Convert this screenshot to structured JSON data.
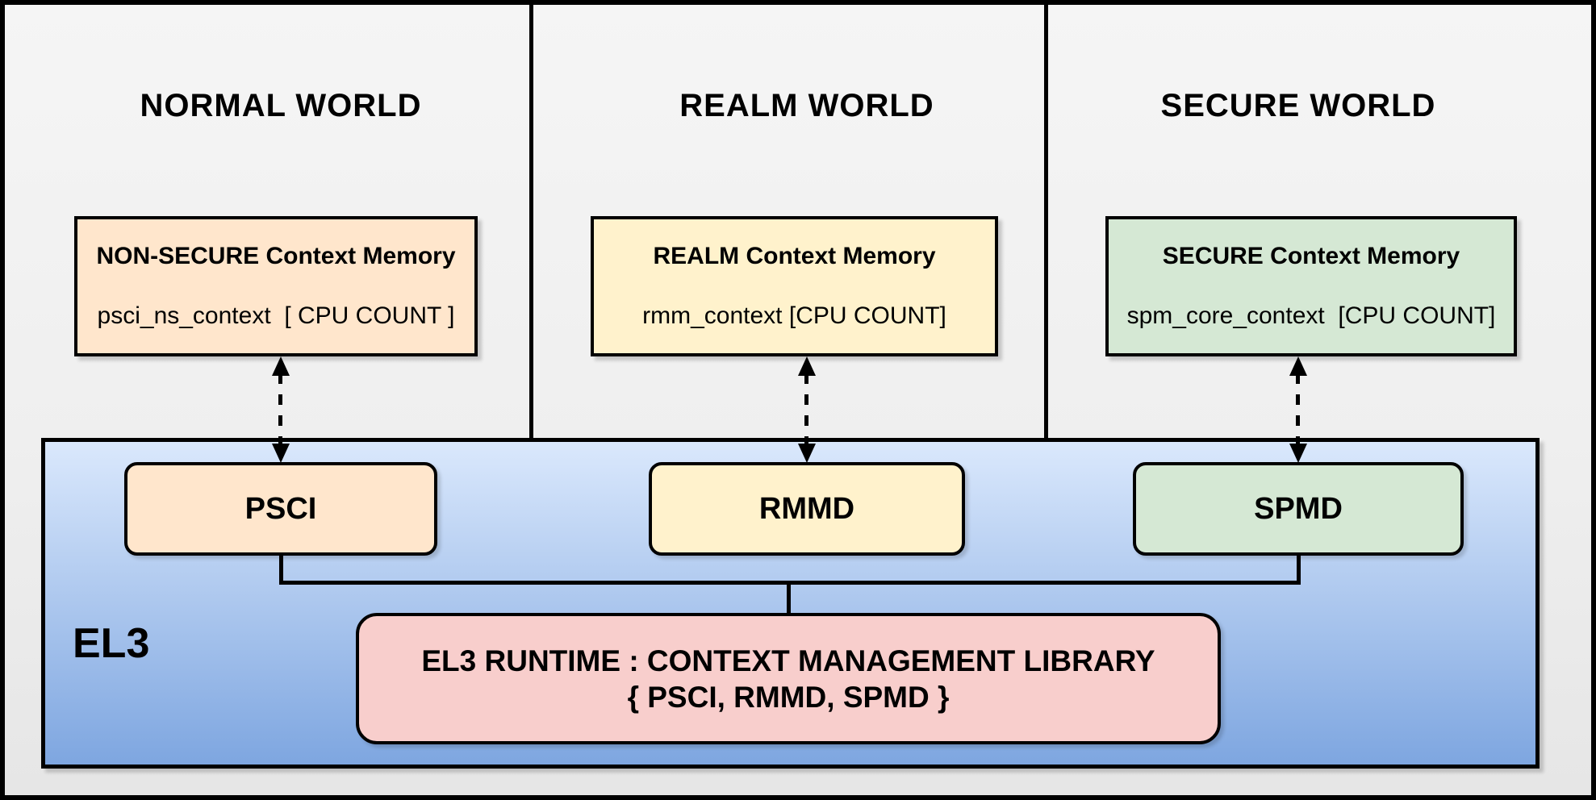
{
  "worlds": [
    {
      "title": "NORMAL WORLD",
      "memory_title": "NON-SECURE Context Memory",
      "memory_text": "psci_ns_context  [ CPU COUNT ]",
      "fill": "#ffe6cc"
    },
    {
      "title": "REALM WORLD",
      "memory_title": "REALM Context Memory",
      "memory_text": "rmm_context [CPU COUNT]",
      "fill": "#fff2cc"
    },
    {
      "title": "SECURE WORLD",
      "memory_title": "SECURE Context Memory",
      "memory_text": "spm_core_context  [CPU COUNT]",
      "fill": "#d5e8d4"
    }
  ],
  "el3": {
    "label": "EL3",
    "components": [
      {
        "label": "PSCI",
        "fill": "#ffe6cc"
      },
      {
        "label": "RMMD",
        "fill": "#fff2cc"
      },
      {
        "label": "SPMD",
        "fill": "#d5e8d4"
      }
    ],
    "runtime": {
      "line1": "EL3 RUNTIME : CONTEXT MANAGEMENT LIBRARY",
      "line2": "{ PSCI, RMMD, SPMD }",
      "fill": "#f8cecc"
    }
  },
  "colors": {
    "line": "#000000",
    "world_bg_top": "#f5f5f5",
    "world_bg_bottom": "#e6e6e6",
    "el3_gradient_top": "#dae8fc",
    "el3_gradient_bottom": "#7ea6e0"
  }
}
